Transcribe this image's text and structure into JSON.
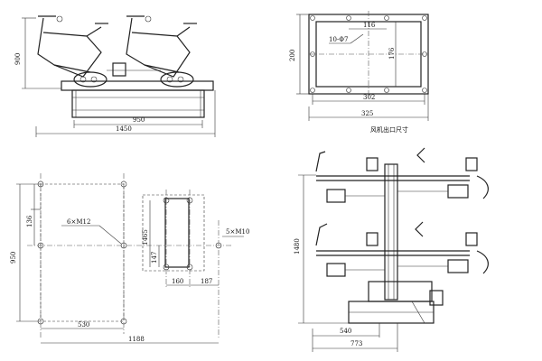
{
  "views": {
    "bike_side": {
      "dims": {
        "height": "900",
        "base": "950",
        "overall": "1450"
      }
    },
    "fan_outlet": {
      "dims": {
        "holes": "10-Φ7",
        "inner_width": "116",
        "inner_height": "176",
        "outer_height": "200",
        "mid_width": "302",
        "outer_width": "325"
      },
      "caption": "风机出口尺寸"
    },
    "mount_plan": {
      "dims": {
        "left_depth": "950",
        "top_offset": "136",
        "hole_label": "6×M12",
        "bottom_width": "530",
        "overall": "1188"
      }
    },
    "inner_plate": {
      "dims": {
        "height": "1465",
        "small": "147",
        "width": "160",
        "offset": "187",
        "hole_label": "5×M10"
      }
    },
    "rack_side": {
      "dims": {
        "height": "1480",
        "depth": "540",
        "overall": "773"
      }
    }
  }
}
